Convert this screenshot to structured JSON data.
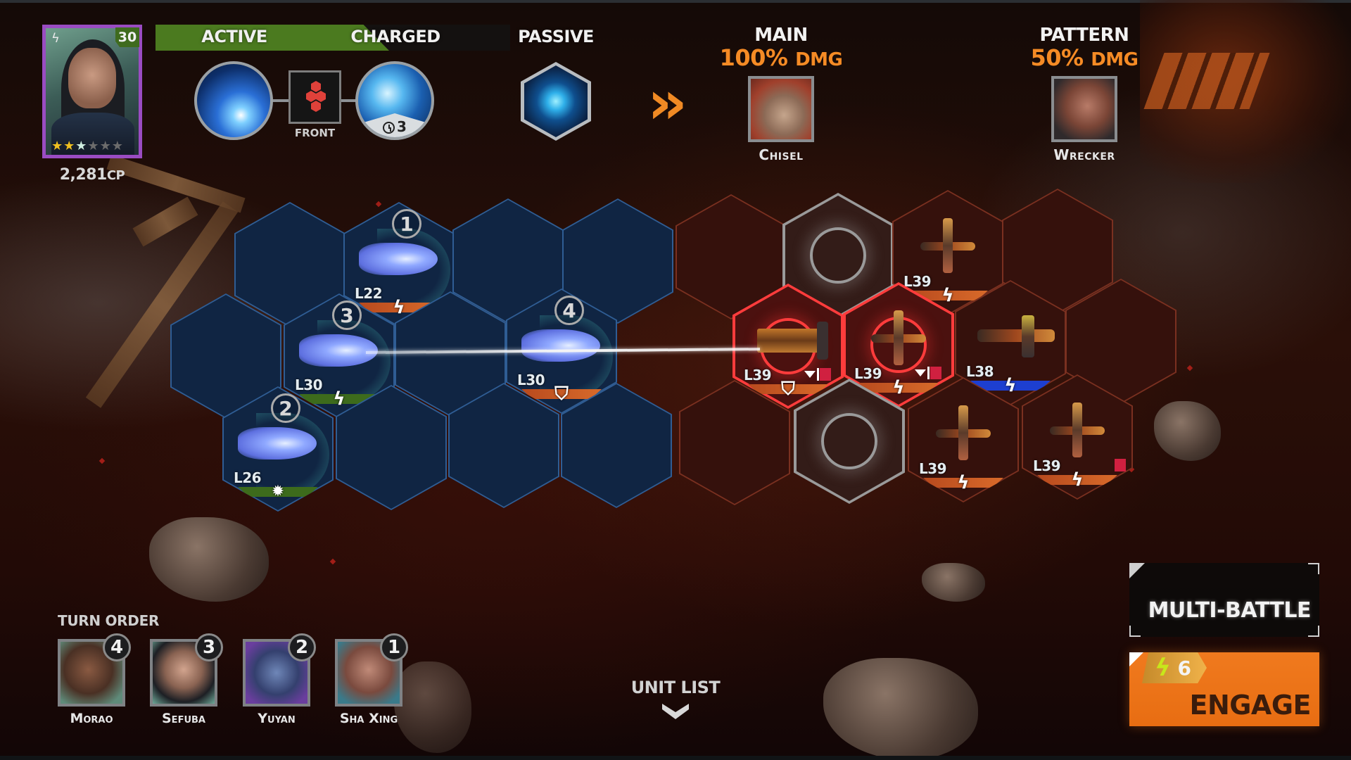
{
  "hero": {
    "level": "30",
    "stars": [
      "gold",
      "gold",
      "mint",
      "gray",
      "gray",
      "gray"
    ],
    "power": "2,281",
    "power_unit": "CP",
    "icon": "lightning-icon",
    "border_color": "#9a4cc2"
  },
  "skills": {
    "tabs": [
      {
        "label": "ACTIVE",
        "highlighted": true
      },
      {
        "label": "CHARGED",
        "highlighted": true
      },
      {
        "label": "PASSIVE",
        "highlighted": false
      }
    ],
    "active_icon": "energy-burst-icon",
    "target_pattern_label": "FRONT",
    "charged_icon": "vortex-icon",
    "charged_cooldown": "3",
    "passive_icon": "core-hex-icon",
    "accent_green": "#4b7a1f"
  },
  "targets": {
    "arrow_icon": "double-chevron-right-icon",
    "main": {
      "title": "MAIN",
      "dmg_value": "100%",
      "dmg_unit": "DMG",
      "name": "Chisel"
    },
    "pattern": {
      "title": "PATTERN",
      "dmg_value": "50%",
      "dmg_unit": "DMG",
      "name": "Wrecker"
    },
    "accent_orange": "#f58b25"
  },
  "board": {
    "ally_units": [
      {
        "turn": "1",
        "level": "L22",
        "status_bar": "orange",
        "status_icon": "lightning-icon"
      },
      {
        "turn": "3",
        "level": "L30",
        "status_bar": "green",
        "status_icon": "lightning-icon"
      },
      {
        "turn": "4",
        "level": "L30",
        "status_bar": "orange",
        "status_icon": "shield-icon"
      },
      {
        "turn": "2",
        "level": "L26",
        "status_bar": "green",
        "status_icon": "bug-icon"
      }
    ],
    "enemy_units": [
      {
        "level": "L39",
        "status_bar": "orange",
        "status_icon": "lightning-icon",
        "targeted": false
      },
      {
        "level": "L39",
        "status_bar": "orange",
        "status_icon": "shield-icon",
        "targeted": true
      },
      {
        "level": "L39",
        "status_bar": "orange",
        "status_icon": "lightning-icon",
        "targeted": true
      },
      {
        "level": "L38",
        "status_bar": "blue",
        "status_icon": "lightning-icon",
        "targeted": false
      },
      {
        "level": "L39",
        "status_bar": "orange",
        "status_icon": "lightning-icon",
        "targeted": false
      },
      {
        "level": "L39",
        "status_bar": "orange",
        "status_icon": "lightning-icon",
        "targeted": false
      }
    ]
  },
  "turn_order": {
    "label": "TURN ORDER",
    "units": [
      {
        "name": "Morao",
        "order": "4"
      },
      {
        "name": "Sefuba",
        "order": "3"
      },
      {
        "name": "Yuyan",
        "order": "2"
      },
      {
        "name": "Sha Xing",
        "order": "1"
      }
    ]
  },
  "unit_list": {
    "label": "UNIT LIST",
    "icon": "chevron-down-icon"
  },
  "actions": {
    "multi_battle_label": "MULTI-BATTLE",
    "engage_label": "ENGAGE",
    "engage_cost": "6",
    "engage_cost_icon": "energy-bolt-icon",
    "engage_color": "#f07a1e"
  }
}
